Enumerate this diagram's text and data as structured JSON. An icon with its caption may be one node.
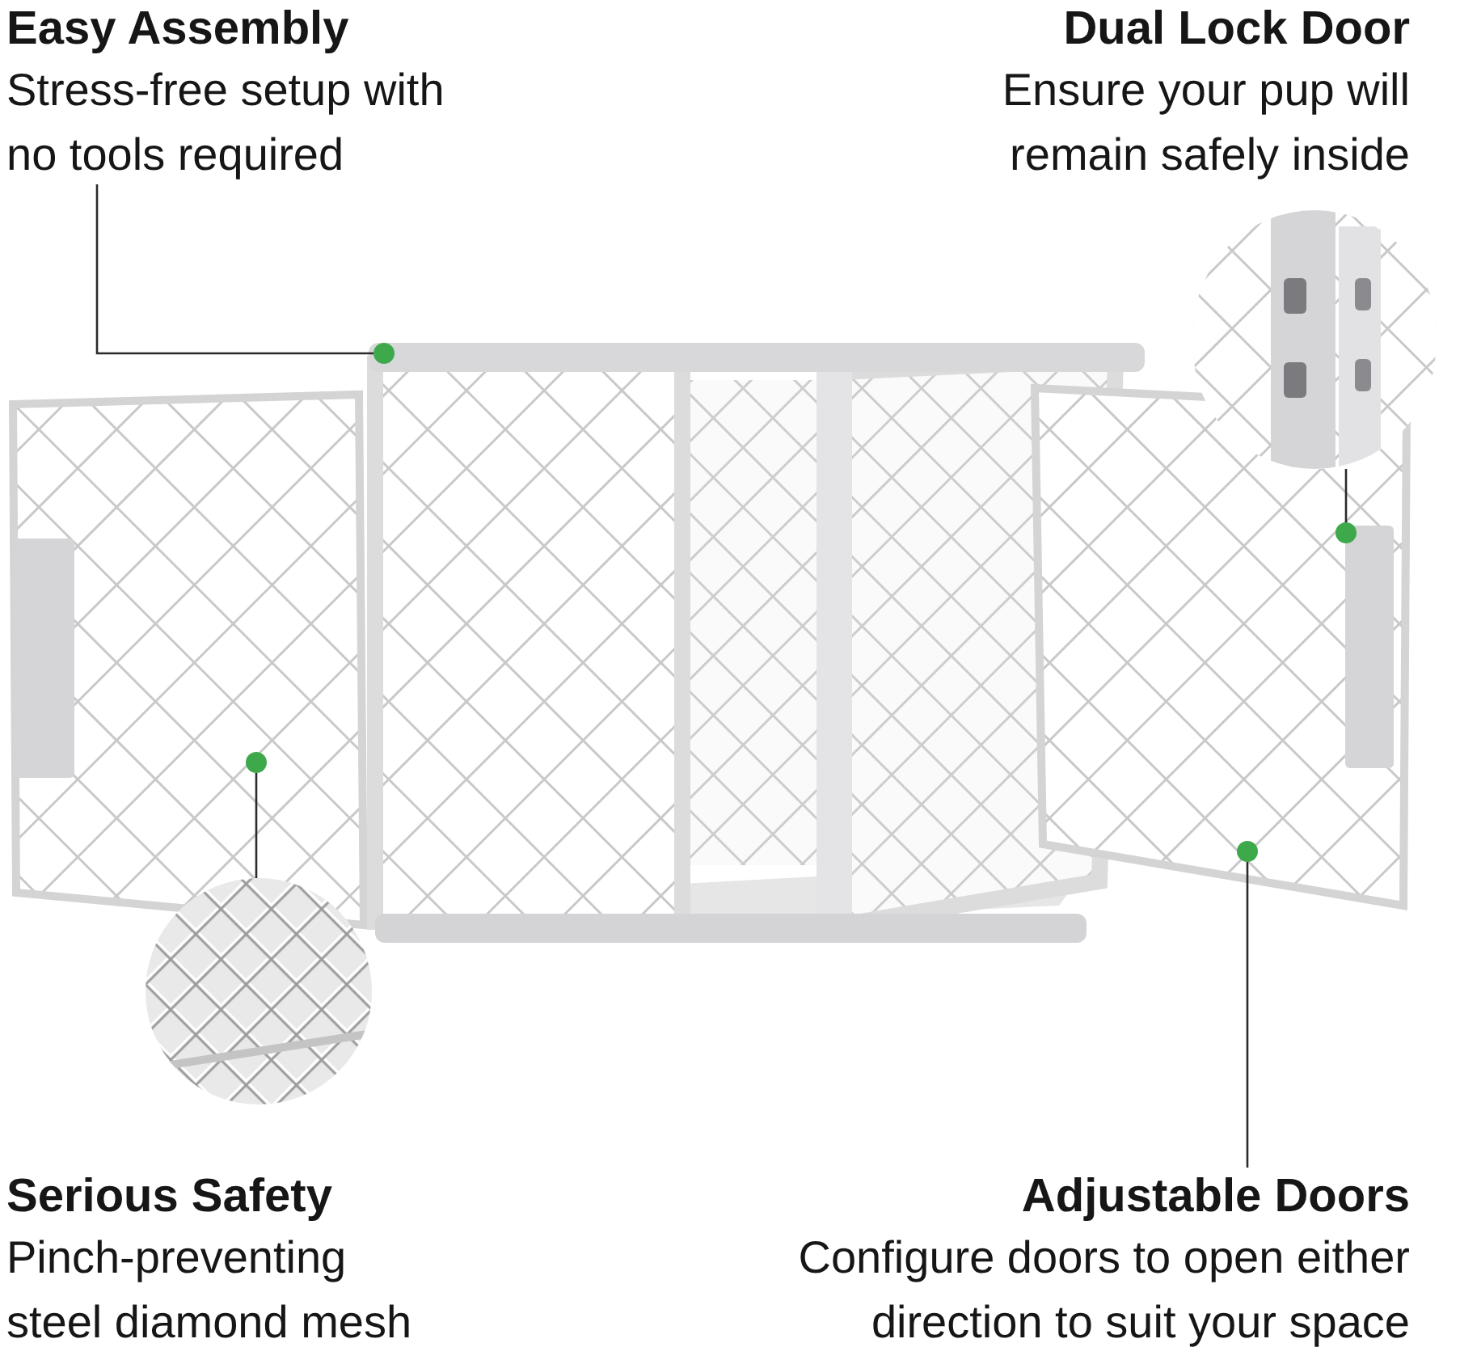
{
  "diagram": {
    "nodes": [
      {
        "text": [
          "Easy Assembly",
          "Stress-free setup with no tools required"
        ]
      },
      {
        "text": [
          "Dual Lock Door",
          "Ensure your pup will remain safely inside"
        ]
      },
      {
        "text": [],
        "shape": "circle"
      },
      {
        "text": [],
        "shape": "picture"
      },
      {
        "text": [],
        "shape": "circle"
      },
      {
        "text": [],
        "shape": "circle"
      },
      {
        "text": [],
        "shape": "picture"
      },
      {
        "text": [],
        "shape": "circle"
      },
      {
        "text": [
          "Serious Safety",
          "Pinch-preventing steel diamond mesh"
        ]
      },
      {
        "text": [
          "Adjustable Doors",
          "Configure doors to open either direction to suit your space"
        ]
      }
    ],
    "edges": [
      {
        "from": 0,
        "to": 2,
        "arrow": "none"
      },
      {
        "from": 3,
        "to": 4,
        "arrow": "none"
      },
      {
        "from": 5,
        "to": 6,
        "arrow": "none"
      },
      {
        "from": 7,
        "to": 9,
        "arrow": "none"
      }
    ]
  }
}
